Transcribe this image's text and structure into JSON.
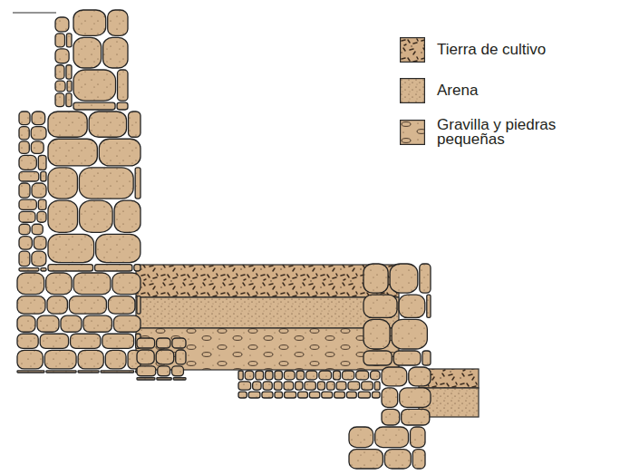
{
  "diagram": {
    "legend": [
      {
        "text": "Tierra de cultivo"
      },
      {
        "text": "Arena"
      },
      {
        "text": "Gravilla y piedras pequeñas"
      }
    ]
  }
}
